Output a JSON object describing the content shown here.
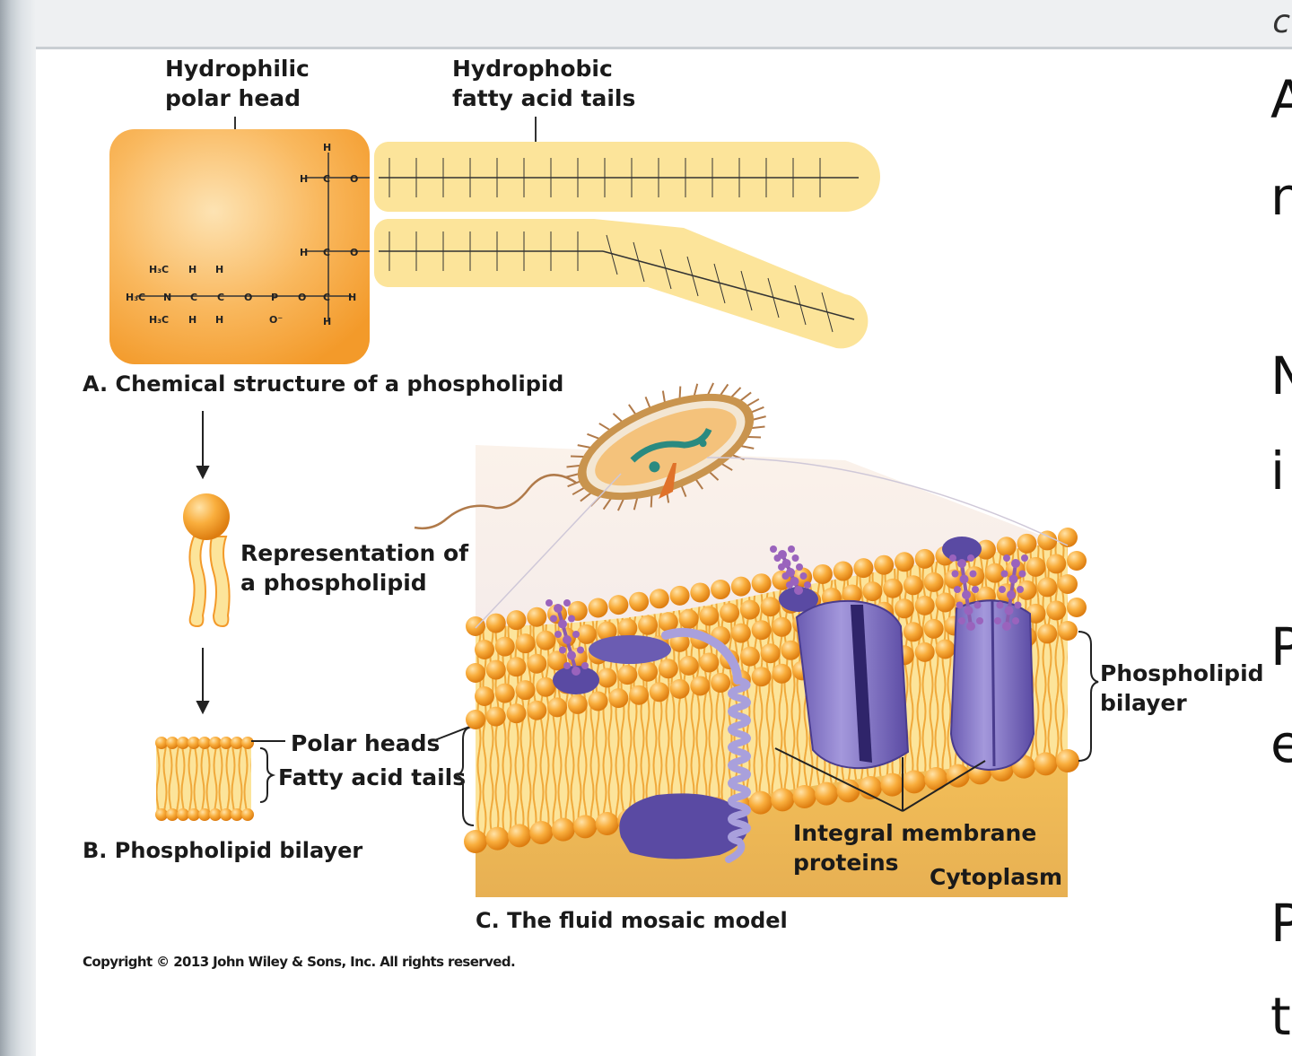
{
  "figure": {
    "labels": {
      "hydrophilic_line1": "Hydrophilic",
      "hydrophilic_line2": "polar head",
      "hydrophobic_line1": "Hydrophobic",
      "hydrophobic_line2": "fatty acid tails",
      "representation_line1": "Representation of",
      "representation_line2": "a phospholipid",
      "polar_heads": "Polar heads",
      "fatty_acid_tails": "Fatty acid tails",
      "integral_line1": "Integral membrane",
      "integral_line2": "proteins",
      "cytoplasm": "Cytoplasm",
      "bilayer_line1": "Phospholipid",
      "bilayer_line2": "bilayer"
    },
    "captions": {
      "a": "A. Chemical structure of a phospholipid",
      "b": "B. Phospholipid bilayer",
      "c": "C. The fluid mosaic model"
    },
    "copyright": "Copyright © 2013 John Wiley & Sons, Inc. All rights reserved.",
    "head_formula": {
      "atom_h": "H",
      "atom_c": "C",
      "atom_o": "O",
      "atom_n": "N",
      "atom_p": "P",
      "methyl": "H₃C",
      "o_minus": "O⁻"
    }
  },
  "right_fragments": [
    "A",
    "n",
    "N",
    "i",
    "P",
    "e",
    "P",
    "t"
  ],
  "top_fragment": "c",
  "colors": {
    "head_orange": "#f7a339",
    "tail_yellow": "#fce49a",
    "protein_purple": "#7b6bbd",
    "bead_orange": "#f39a2a"
  }
}
